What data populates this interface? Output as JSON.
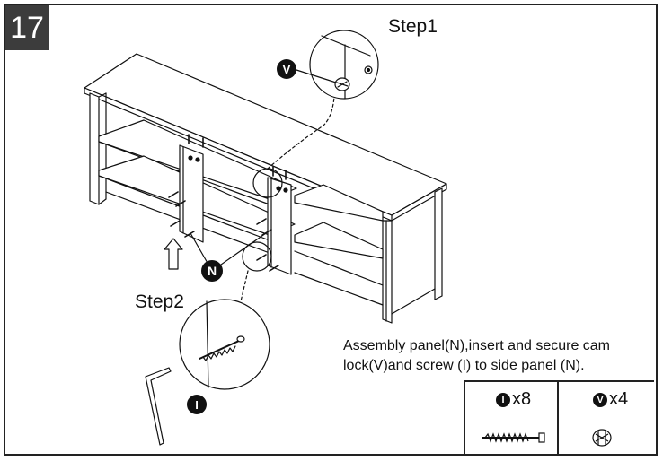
{
  "step_number": "17",
  "step1_label": "Step1",
  "step2_label": "Step2",
  "callouts": {
    "cam_lock": "V",
    "panel": "N",
    "screw": "I"
  },
  "instruction_line1": "Assembly panel(N),insert and secure cam",
  "instruction_line2": "lock(V)and screw (I) to side panel (N).",
  "parts": [
    {
      "id": "I",
      "quantity": "x8",
      "name": "screw"
    },
    {
      "id": "V",
      "quantity": "x4",
      "name": "cam lock"
    }
  ]
}
